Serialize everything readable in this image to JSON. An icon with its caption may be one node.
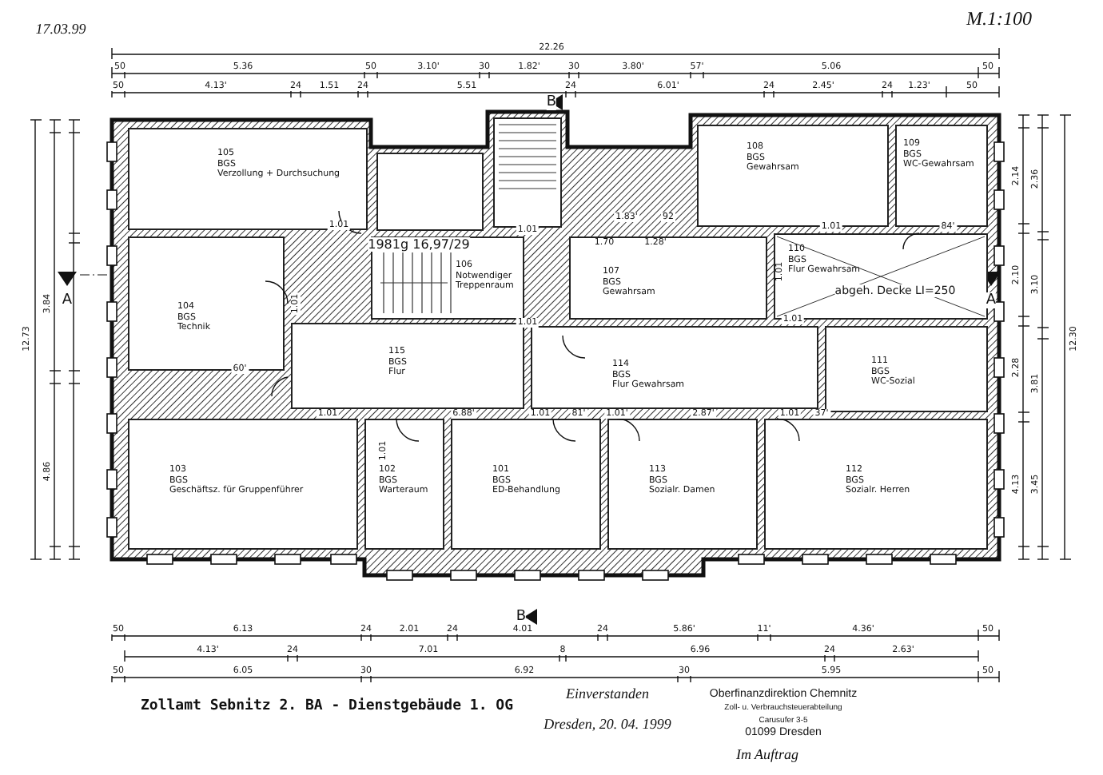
{
  "diagram": {
    "title": "Zollamt Sebnitz 2. BA - Dienstgebäude 1. OG",
    "nodes": [
      {
        "text": [
          "105",
          "BGS",
          "Verzollung + Durchsuchung"
        ]
      },
      {
        "text": [
          "104",
          "BGS",
          "Technik"
        ]
      },
      {
        "text": [
          "103",
          "BGS",
          "Geschäftsz. für Gruppenführer"
        ]
      },
      {
        "text": [
          "102",
          "BGS",
          "Warteraum"
        ]
      },
      {
        "text": [
          "101",
          "BGS",
          "ED-Behandlung"
        ]
      },
      {
        "text": [
          "113",
          "BGS",
          "Sozialr. Damen"
        ]
      },
      {
        "text": [
          "112",
          "BGS",
          "Sozialr. Herren"
        ]
      },
      {
        "text": [
          "115",
          "BGS",
          "Flur"
        ]
      },
      {
        "text": [
          "114",
          "BGS",
          "Flur Gewahrsam"
        ]
      },
      {
        "text": [
          "106",
          "Notwendiger Treppenraum"
        ]
      },
      {
        "text": [
          "107",
          "BGS",
          "Gewahrsam"
        ]
      },
      {
        "text": [
          "108",
          "BGS",
          "Gewahrsam"
        ]
      },
      {
        "text": [
          "110",
          "BGS",
          "Flur Gewahrsam"
        ]
      },
      {
        "text": [
          "109",
          "BGS",
          "WC-Gewahrsam"
        ]
      },
      {
        "text": [
          "111",
          "BGS",
          "WC-Sozial"
        ]
      }
    ],
    "labels": [
      "17.03.99",
      "M.1:100",
      "22.26",
      "50",
      "5.36",
      "50",
      "3.10'",
      "30",
      "1.82'",
      "30",
      "3.80'",
      "57'",
      "5.06",
      "50",
      "50",
      "4.13'",
      "24",
      "1.51",
      "24",
      "5.51",
      "24",
      "6.01'",
      "24",
      "2.45'",
      "24",
      "1.23'",
      "50",
      "B",
      "A",
      "A",
      "12.73",
      "3.84",
      "4.86",
      "12.30",
      "2.14",
      "2.36",
      "2.10",
      "3.10",
      "2.28",
      "3.81",
      "4.13",
      "3.45",
      "1981g 16,97/29",
      "1.01",
      "1.01",
      "60'",
      "1.01",
      "1.01",
      "1.83'",
      "92",
      "1.70",
      "1.28'",
      "1.01",
      "84'",
      "1.01",
      "1.01",
      "abgeh. Decke LI=250",
      "1.01",
      "6.88'",
      "1.01",
      "81'",
      "1.01'",
      "2.87'",
      "1.01",
      "37'",
      "1.01",
      "50",
      "6.13",
      "24",
      "2.01",
      "24",
      "4.01",
      "24",
      "5.86'",
      "11'",
      "4.36'",
      "50",
      "4.13'",
      "24",
      "7.01",
      "8",
      "6.96",
      "24",
      "2.63'",
      "50",
      "6.05",
      "30",
      "6.92",
      "30",
      "5.95",
      "50",
      "B",
      "Einverstanden",
      "Dresden, 20. 04. 1999",
      "Oberfinanzdirektion Chemnitz",
      "Zoll- u. Verbrauchsteuerabteilung",
      "Carusufer 3-5",
      "01099 Dresden",
      "Im Auftrag"
    ]
  }
}
